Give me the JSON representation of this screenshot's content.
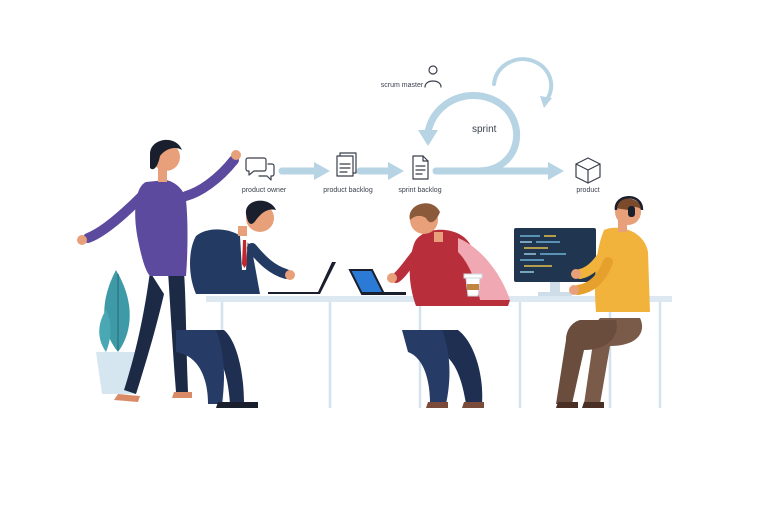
{
  "flow": {
    "scrum_master": "scrum master",
    "product_owner": "product owner",
    "product_backlog": "product backlog",
    "sprint_backlog": "sprint backlog",
    "sprint": "sprint",
    "product": "product"
  },
  "icons": {
    "person": "person-icon",
    "chat": "chat-bubbles-icon",
    "backlog": "document-stack-icon",
    "sprint_backlog": "document-icon",
    "product": "cube-icon"
  },
  "colors": {
    "arrow": "#b7d4e4",
    "arrow_dark": "#9cc3d8",
    "desk": "#dce9f2",
    "woman_top": "#5b4a9e",
    "man1_suit": "#233a63",
    "man2_sweater": "#b82f3b",
    "man2_shirt": "#f0a9b3",
    "man3_sweater": "#f2b33d",
    "monitor": "#1f3550",
    "plant": "#3f9aa8"
  }
}
